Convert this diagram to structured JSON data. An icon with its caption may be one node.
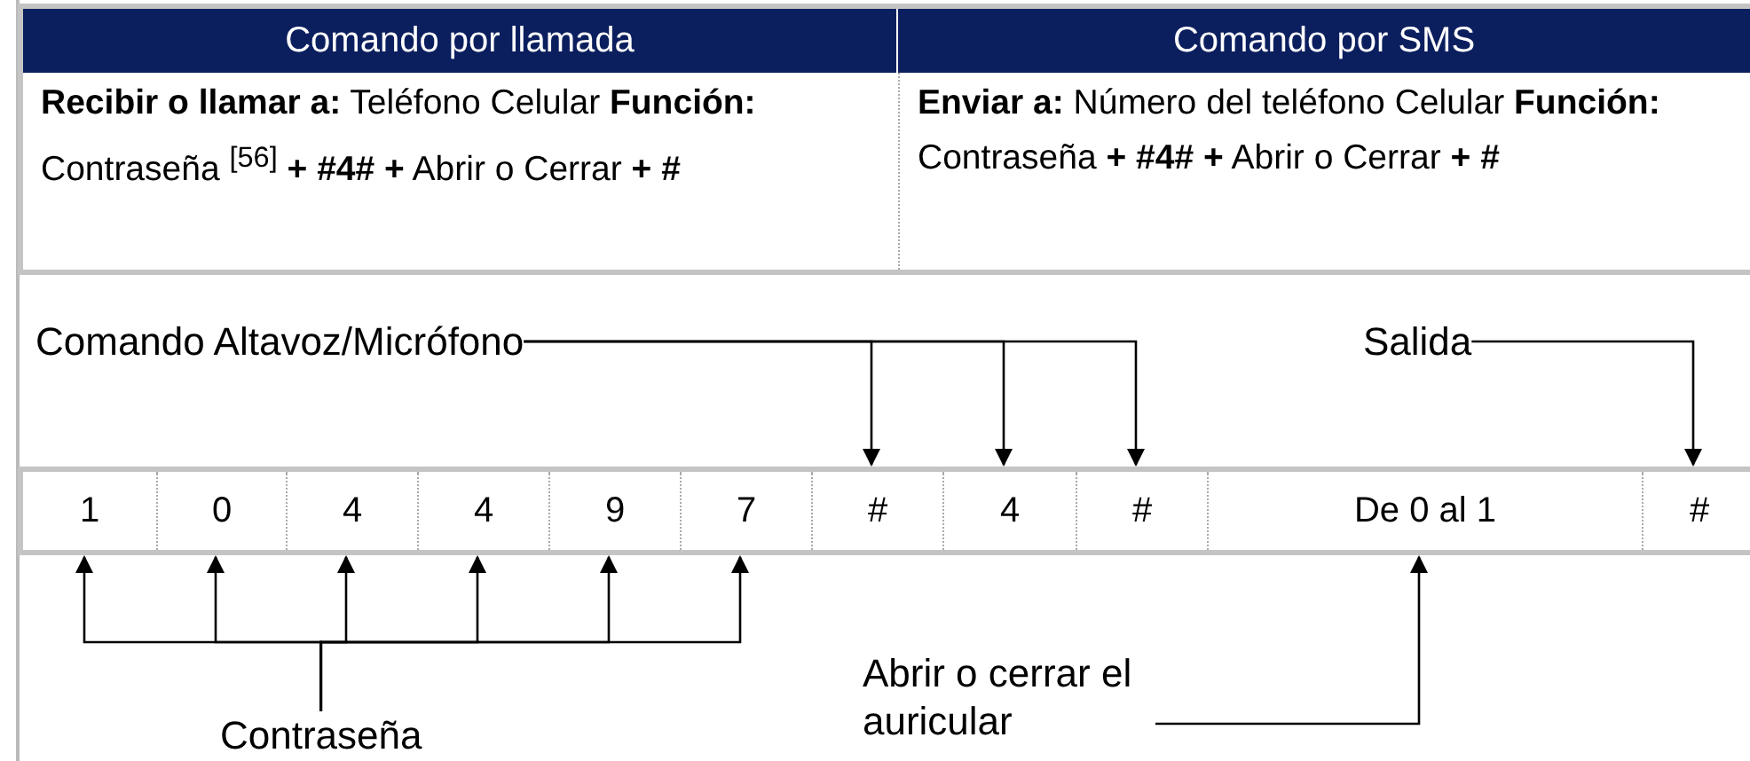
{
  "diagram": {
    "nodes": [
      {
        "text": [
          "1"
        ]
      },
      {
        "text": [
          "0"
        ]
      },
      {
        "text": [
          "4"
        ]
      },
      {
        "text": [
          "4"
        ]
      },
      {
        "text": [
          "9"
        ]
      },
      {
        "text": [
          "7"
        ]
      },
      {
        "text": [
          "#"
        ]
      },
      {
        "text": [
          "4"
        ]
      },
      {
        "text": [
          "#"
        ]
      },
      {
        "text": [
          "De 0 al 1"
        ]
      },
      {
        "text": [
          "#"
        ]
      },
      {
        "text": [
          "Comando Altavoz/Micrófono"
        ]
      },
      {
        "text": [
          "Salida"
        ]
      },
      {
        "text": [
          "Contraseña"
        ]
      },
      {
        "text": [
          "Abrir o cerrar el auricular"
        ]
      }
    ],
    "edges": [
      {
        "from": 11,
        "to": 6,
        "arrow": "to"
      },
      {
        "from": 11,
        "to": 7,
        "arrow": "to"
      },
      {
        "from": 11,
        "to": 8,
        "arrow": "to"
      },
      {
        "from": 12,
        "to": 10,
        "arrow": "to"
      },
      {
        "from": 13,
        "to": 0,
        "arrow": "to"
      },
      {
        "from": 13,
        "to": 1,
        "arrow": "to"
      },
      {
        "from": 13,
        "to": 2,
        "arrow": "to"
      },
      {
        "from": 13,
        "to": 3,
        "arrow": "to"
      },
      {
        "from": 13,
        "to": 4,
        "arrow": "to"
      },
      {
        "from": 13,
        "to": 5,
        "arrow": "to"
      },
      {
        "from": 14,
        "to": 9,
        "arrow": "to"
      }
    ],
    "labels": [
      "Comando por llamada",
      "Comando por SMS",
      "**Recibir o llamar a:** Teléfono Celular **Función:** Contraseña $^{[56]}$ **+ #4# +** Abrir o Cerrar **+ #**",
      "**Enviar a:** Número del teléfono Celular **Función:** Contraseña **+ #4# +** Abrir o Cerrar **+ #**"
    ]
  }
}
